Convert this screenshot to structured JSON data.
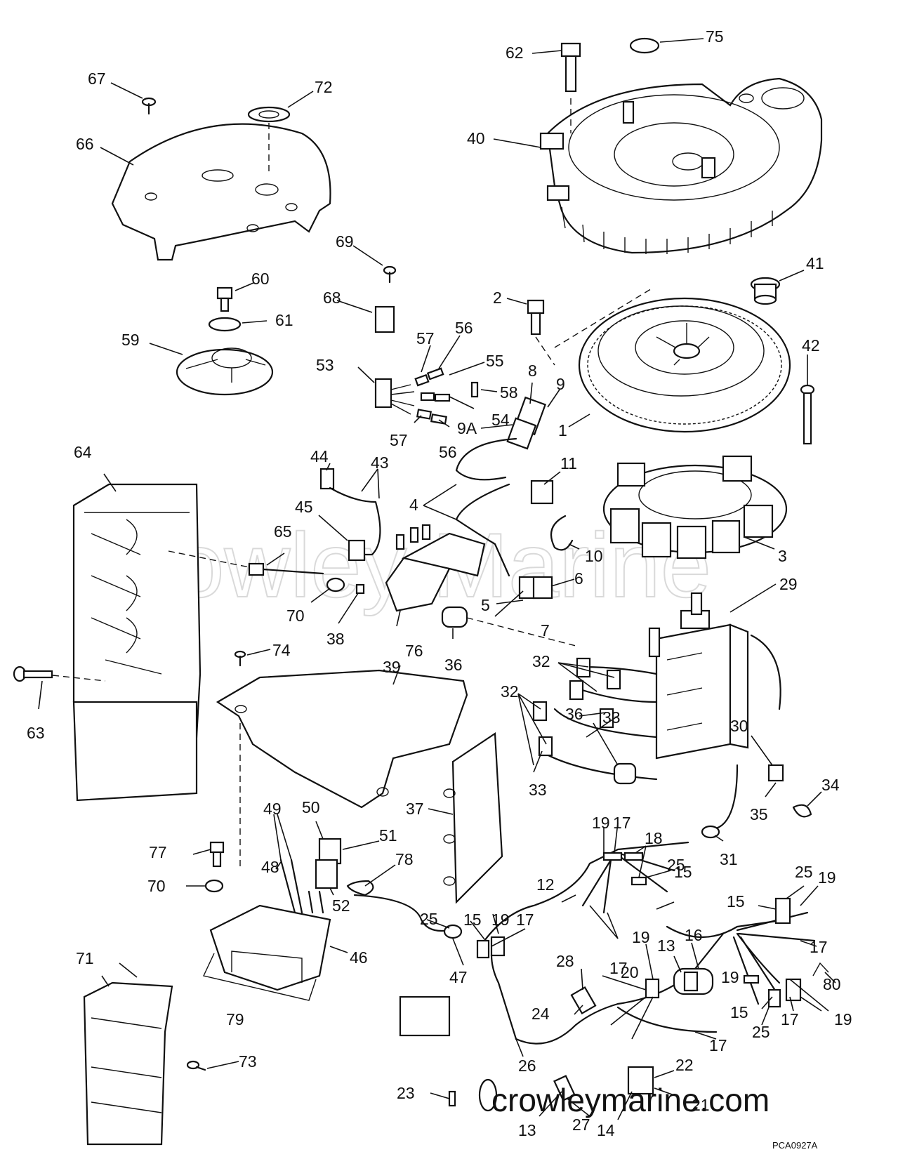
{
  "diagram": {
    "watermark_overlay": "Crowley Marine",
    "watermark_url": "crowleymarine.com",
    "drawing_code": "PCA0927A",
    "callouts": [
      "1",
      "2",
      "3",
      "4",
      "5",
      "6",
      "7",
      "8",
      "9",
      "9A",
      "10",
      "11",
      "12",
      "13",
      "14",
      "15",
      "16",
      "17",
      "18",
      "19",
      "20",
      "21",
      "22",
      "23",
      "24",
      "25",
      "26",
      "27",
      "28",
      "29",
      "30",
      "31",
      "32",
      "33",
      "34",
      "35",
      "36",
      "37",
      "38",
      "39",
      "40",
      "41",
      "42",
      "43",
      "44",
      "45",
      "46",
      "47",
      "48",
      "49",
      "50",
      "51",
      "52",
      "53",
      "54",
      "55",
      "56",
      "57",
      "58",
      "59",
      "60",
      "61",
      "62",
      "63",
      "64",
      "65",
      "66",
      "67",
      "68",
      "69",
      "70",
      "71",
      "72",
      "73",
      "74",
      "75",
      "76",
      "77",
      "78",
      "79",
      "80"
    ]
  }
}
